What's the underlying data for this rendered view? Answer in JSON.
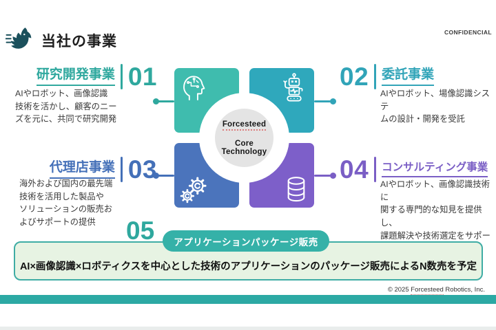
{
  "header": {
    "title": "当社の事業",
    "confidential": "CONFIDENCIAL"
  },
  "sections": {
    "s01": {
      "num": "01",
      "title": "研究開発事業",
      "body": "AIやロボット、画像認識\n技術を活かし、顧客のニー\nズを元に、共同で研究開発",
      "accent_color": "#2FA89E"
    },
    "s02": {
      "num": "02",
      "title": "委託事業",
      "body": "AIやロボット、場像認識システ\nムの設計・開発を受託",
      "accent_color": "#31A4B8"
    },
    "s03": {
      "num": "03",
      "title": "代理店事業",
      "body": "海外および国内の最先端\n技術を活用した製品や\nソリューションの販売お\nよびサポートの提供",
      "accent_color": "#4470B8"
    },
    "s04": {
      "num": "04",
      "title": "コンサルティング事業",
      "body": "AIやロボット、画像認識技術に\n関する専門的な知見を提供し、\n課題解決や技術選定をサポート",
      "accent_color": "#7A5EC5"
    },
    "s05": {
      "num": "05",
      "pill": "アプリケーションパッケージ販売",
      "body": "AI×画像認識×ロボティクスを中心とした技術のアプリケーションのパッケージ販売によるN数売を予定",
      "accent_color": "#2FA89E"
    }
  },
  "diagram": {
    "center_line1": "Forcesteed",
    "center_line2": "Core Technology",
    "quadrants": [
      {
        "name": "research",
        "icon": "head-circuit-icon",
        "color": "#3FBCAE"
      },
      {
        "name": "consignment",
        "icon": "robot-icon",
        "color": "#2FA8BC"
      },
      {
        "name": "agency",
        "icon": "gears-icon",
        "color": "#4B74BC"
      },
      {
        "name": "consulting",
        "icon": "database-icon",
        "color": "#7D5FC9"
      }
    ]
  },
  "footer": {
    "prefix": "© 2025 ",
    "brand": "Forcesteed",
    "suffix": " Robotics, Inc."
  },
  "colors": {
    "accent_teal": "#2FA89E",
    "accent_cyan": "#31A4B8",
    "accent_blue": "#4470B8",
    "accent_purple": "#7A5EC5",
    "pill_teal": "#35B1A8",
    "box_bg": "#E7F3E3",
    "box_border": "#3EACA4",
    "bottom_bar": "#2CA9A4",
    "center_circle_bg": "#E4E4E4",
    "logo_teal": "#1B505C"
  }
}
